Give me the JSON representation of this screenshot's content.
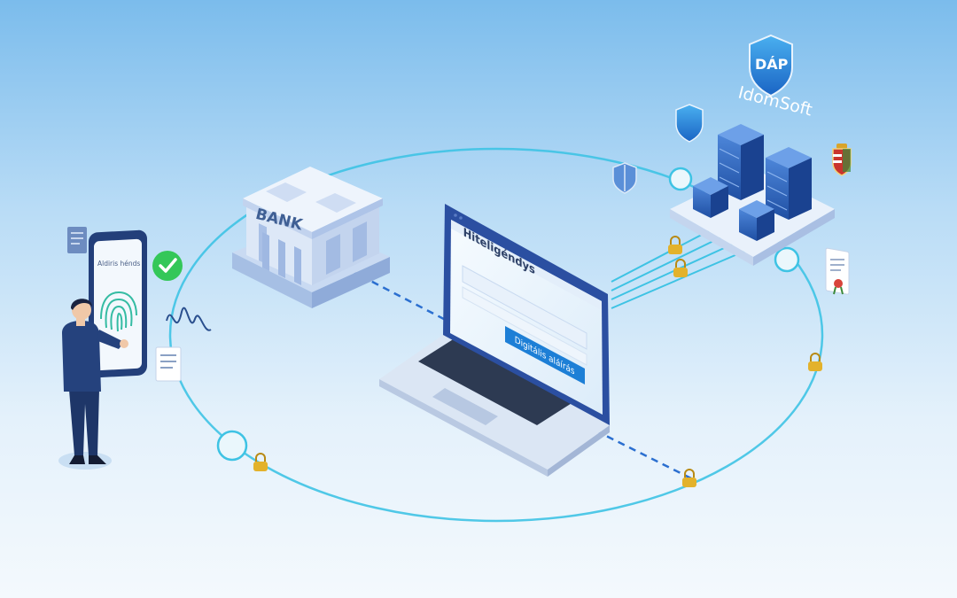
{
  "bank": {
    "label": "BANK"
  },
  "phone": {
    "screen_title": "Aldiris hénds"
  },
  "laptop": {
    "heading": "Hiteligéndys",
    "button_label": "Digitális aláírás"
  },
  "shield": {
    "label": "DÁP"
  },
  "brand": {
    "name": "IdomSoft"
  },
  "colors": {
    "ring": "#3ec3e4",
    "accent": "#1d7fd6",
    "check": "#34c759",
    "lock": "#e3b22b"
  }
}
